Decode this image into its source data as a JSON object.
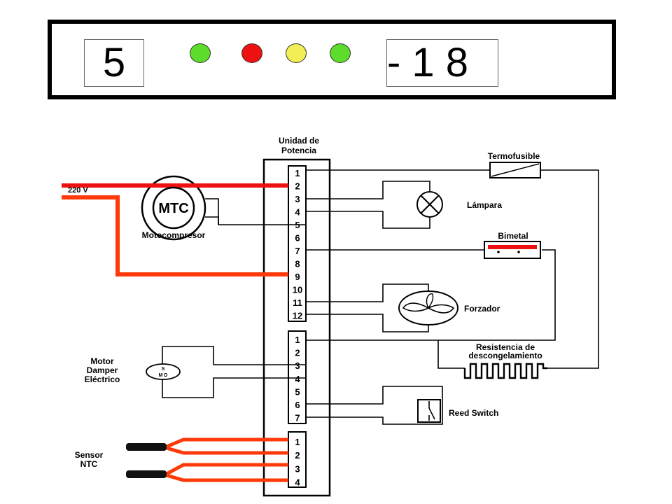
{
  "panel": {
    "left_display": "5",
    "right_display": "- 1 8",
    "leds": [
      {
        "name": "led-1",
        "color": "#5ddc2c"
      },
      {
        "name": "led-2",
        "color": "#ee1111"
      },
      {
        "name": "led-3",
        "color": "#f2ee55"
      },
      {
        "name": "led-4",
        "color": "#5ddc2c"
      }
    ]
  },
  "diagram": {
    "power_unit_title_line1": "Unidad de",
    "power_unit_title_line2": "Potencia",
    "supply_label": "220 V",
    "motor_symbol": "MTC",
    "motor_label": "Motocompresor",
    "connector1_pins": [
      "1",
      "2",
      "3",
      "4",
      "5",
      "6",
      "7",
      "8",
      "9",
      "10",
      "11",
      "12"
    ],
    "connector2_pins": [
      "1",
      "2",
      "3",
      "4",
      "5",
      "6",
      "7"
    ],
    "connector3_pins": [
      "1",
      "2",
      "3",
      "4"
    ],
    "thermofuse_label": "Termofusible",
    "lamp_label": "Lámpara",
    "bimetal_label": "Bimetal",
    "fan_label": "Forzador",
    "heater_label_line1": "Resistencia de",
    "heater_label_line2": "descongelamiento",
    "damper_label_line1": "Motor",
    "damper_label_line2": "Damper",
    "damper_label_line3": "Eléctrico",
    "damper_symbol_top": "S",
    "damper_symbol_bottom": "M D",
    "reed_label": "Reed Switch",
    "sensor_label_line1": "Sensor",
    "sensor_label_line2": "NTC",
    "wire_color_red": "#ee1111",
    "wire_color_orange": "#ff3a0a"
  }
}
